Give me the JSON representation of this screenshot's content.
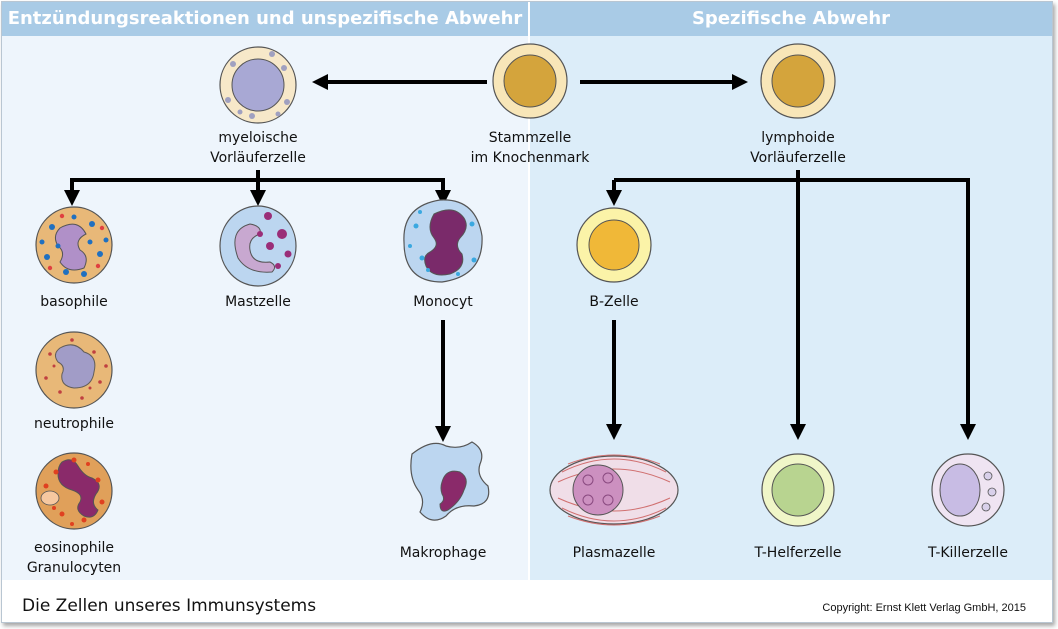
{
  "header": {
    "left_title": "Entzündungsreaktionen und unspezifische Abwehr",
    "right_title": "Spezifische Abwehr"
  },
  "cells": {
    "stem": {
      "line1": "Stammzelle",
      "line2": "im Knochenmark"
    },
    "myeloid": {
      "line1": "myeloische",
      "line2": "Vorläuferzelle"
    },
    "lymphoid": {
      "line1": "lymphoide",
      "line2": "Vorläuferzelle"
    },
    "basophile": "basophile",
    "mastzelle": "Mastzelle",
    "monocyt": "Monocyt",
    "neutrophile": "neutrophile",
    "eosinophile": {
      "line1": "eosinophile",
      "line2": "Granulocyten"
    },
    "makrophage": "Makrophage",
    "bzelle": "B-Zelle",
    "plasmazelle": "Plasmazelle",
    "thelfer": "T-Helferzelle",
    "tkiller": "T-Killerzelle"
  },
  "footer": {
    "title": "Die Zellen unseres Immunsystems",
    "copyright": "Copyright: Ernst Klett Verlag GmbH, 2015"
  }
}
